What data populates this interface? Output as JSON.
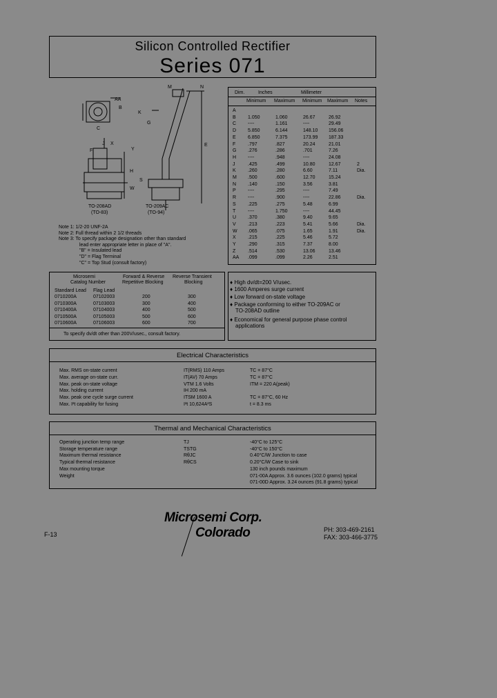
{
  "title": {
    "line1": "Silicon Controlled Rectifier",
    "line2": "Series 071"
  },
  "drawing": {
    "pkg1": "TO-208AD",
    "pkg1b": "(TO-83)",
    "pkg2": "TO-209AC",
    "pkg2b": "(TO-94)"
  },
  "dim_table": {
    "head1": [
      "Dim.",
      "Inches",
      "Millimeter"
    ],
    "head2": [
      "Minimum",
      "Maximum",
      "Minimum",
      "Maximum",
      "Notes"
    ],
    "rows": [
      [
        "A",
        "",
        "",
        "",
        "",
        ""
      ],
      [
        "B",
        "1.050",
        "1.060",
        "26.67",
        "26.92",
        ""
      ],
      [
        "C",
        "----",
        "1.161",
        "----",
        "29.49",
        ""
      ],
      [
        "D",
        "5.850",
        "6.144",
        "148.10",
        "156.06",
        ""
      ],
      [
        "E",
        "6.850",
        "7.375",
        "173.99",
        "187.33",
        ""
      ],
      [
        "F",
        ".797",
        ".827",
        "20.24",
        "21.01",
        ""
      ],
      [
        "G",
        ".276",
        ".286",
        ".701",
        "7.26",
        ""
      ],
      [
        "H",
        "----",
        ".948",
        "----",
        "24.08",
        ""
      ],
      [
        "J",
        ".425",
        ".499",
        "10.80",
        "12.67",
        "2"
      ],
      [
        "K",
        ".260",
        ".280",
        "6.60",
        "7.11",
        "Dia."
      ],
      [
        "M",
        ".500",
        ".600",
        "12.70",
        "15.24",
        ""
      ],
      [
        "N",
        ".140",
        ".150",
        "3.56",
        "3.81",
        ""
      ],
      [
        "P",
        "----",
        ".295",
        "----",
        "7.49",
        ""
      ],
      [
        "R",
        "----",
        ".900",
        "----",
        "22.86",
        "Dia."
      ],
      [
        "S",
        ".225",
        ".275",
        "5.48",
        "6.99",
        ""
      ],
      [
        "T",
        "----",
        "1.750",
        "----",
        "44.45",
        ""
      ],
      [
        "U",
        ".370",
        ".380",
        "9.40",
        "9.65",
        ""
      ],
      [
        "V",
        ".213",
        ".223",
        "5.41",
        "5.66",
        "Dia."
      ],
      [
        "W",
        ".065",
        ".075",
        "1.65",
        "1.91",
        "Dia."
      ],
      [
        "X",
        ".215",
        ".225",
        "5.46",
        "5.72",
        ""
      ],
      [
        "Y",
        ".290",
        ".315",
        "7.37",
        "8.00",
        ""
      ],
      [
        "Z",
        ".514",
        ".530",
        "13.06",
        "13.46",
        ""
      ],
      [
        "AA",
        ".099",
        ".099",
        "2.26",
        "2.51",
        ""
      ]
    ]
  },
  "notes": [
    "Note 1: 1/2-20 UNF-2A",
    "Note 2: Full thread within 2 1/2 threads",
    "Note 3: To specify package designation other than standard",
    "lead enter appropriate letter in place of \"A\".",
    "\"B\" = Insulated lead",
    "\"D\" = Flag Terminal",
    "\"C\" = Top Stud (consult factory)"
  ],
  "order_table": {
    "head": [
      "Microsemi",
      "Catalog Number",
      "Forward & Reverse",
      "Repetitive Blocking",
      "Reverse Transient",
      "Blocking"
    ],
    "sub": [
      "Standard Lead",
      "Flag Lead"
    ],
    "rows": [
      [
        "0710200A",
        "07102003",
        "200",
        "300"
      ],
      [
        "0710300A",
        "07103003",
        "300",
        "400"
      ],
      [
        "0710400A",
        "07104003",
        "400",
        "500"
      ],
      [
        "0710500A",
        "07105003",
        "500",
        "600"
      ],
      [
        "0710600A",
        "07106003",
        "600",
        "700"
      ]
    ],
    "footer": "To specify dv/dt other than 200V/usec., consult factory."
  },
  "features": [
    "High dv/dt=200 V/usec.",
    "1600 Amperes surge current",
    "Low forward on-state voltage",
    "Package conforming to either TO-209AC or",
    "TO-208AD outline",
    "Economical for general purpose phase control",
    "applications"
  ],
  "electrical": {
    "title": "Electrical Characteristics",
    "rows": [
      [
        "Max. RMS on-state current",
        "IT(RMS) 110 Amps",
        "TC = 87°C"
      ],
      [
        "Max. average on-state curr.",
        "IT(AV) 70 Amps",
        "TC = 87°C"
      ],
      [
        "Max. peak on-state voltage",
        "VTM 1.6 Volts",
        "ITM = 220 A(peak)"
      ],
      [
        "Max. holding current",
        "IH 200 mA",
        ""
      ],
      [
        "Max. peak one cycle surge current",
        "ITSM 1600 A",
        "TC = 87°C, 60 Hz"
      ],
      [
        "Max. I²t capability for fusing",
        "I²t 10,624A²S",
        "t = 8.3 ms"
      ]
    ]
  },
  "thermal": {
    "title": "Thermal and Mechanical Characteristics",
    "rows": [
      [
        "Operating junction temp range",
        "TJ",
        "-40°C to 125°C"
      ],
      [
        "Storage temperature range",
        "TSTG",
        "-40°C to 150°C"
      ],
      [
        "Maximum thermal resistance",
        "RθJC",
        "0.40°C/W Junction to case"
      ],
      [
        "Typical thermal resistance",
        "RθCS",
        "0.20°C/W Case to sink"
      ],
      [
        "Max mounting torque",
        "",
        "130 inch pounds maximum"
      ],
      [
        "Weight",
        "",
        "071-00A Approx. 3.6 ounces (102.0 grams) typical"
      ],
      [
        "",
        "",
        "071-00D Approx. 3.24 ounces (91.8 grams) typical"
      ]
    ]
  },
  "footer": {
    "logo_line1": "Microsemi Corp.",
    "logo_line2": "Colorado",
    "phone": "PH: 303-469-2161",
    "fax": "FAX: 303-466-3775",
    "page": "F-13"
  }
}
